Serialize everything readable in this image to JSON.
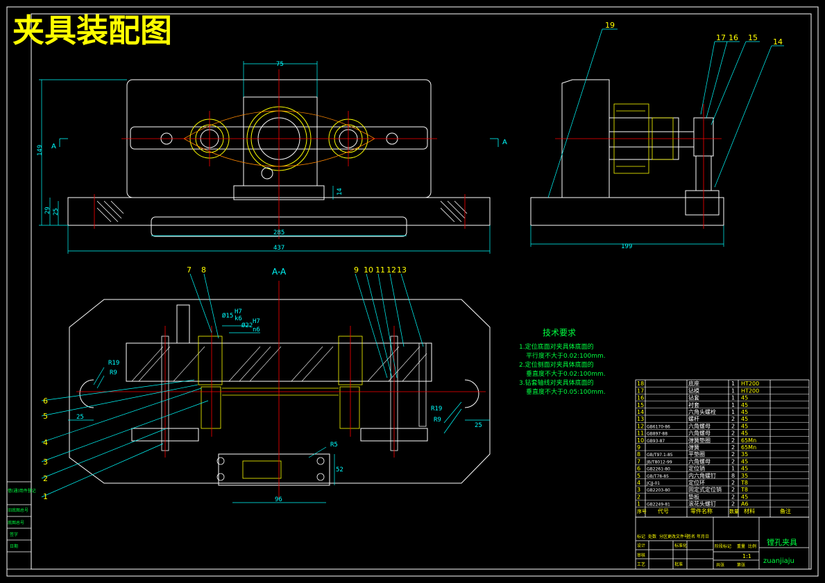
{
  "title": "夹具装配图",
  "views": {
    "front": {
      "dims": {
        "width_top": "75",
        "height": "149",
        "h1": "29",
        "h2": "25",
        "h3": "14",
        "inner": "285",
        "overall": "437"
      },
      "section_mark": "A"
    },
    "side": {
      "dims": {
        "depth": "199"
      },
      "balloons": [
        "19",
        "17",
        "16",
        "15",
        "14"
      ]
    },
    "section": {
      "label": "A-A",
      "callouts_top": [
        "7",
        "8",
        "9",
        "10",
        "11",
        "12",
        "13"
      ],
      "callouts_left": [
        "6",
        "5",
        "4",
        "3",
        "2",
        "1"
      ],
      "fits": [
        "Ø15",
        "H7",
        "k6",
        "Ø22",
        "H7",
        "n6"
      ],
      "dims": {
        "r_left1": "R19",
        "r_left2": "R9",
        "r_right1": "R19",
        "r_right2": "R9",
        "left_25": "25",
        "right_25": "25",
        "r5": "R5",
        "w96": "96",
        "h52": "52"
      }
    }
  },
  "tech_req": {
    "heading": "技术要求",
    "lines": [
      "1.定位底面对夹具体底面的",
      "平行度不大于0.02:100mm.",
      "2.定位侧面对夹具体底面的",
      "垂直度不大于0.02:100mm.",
      "3.钻套轴线对夹具体底面的",
      "垂直度不大于0.05:100mm."
    ]
  },
  "bom": {
    "rows": [
      {
        "no": "18",
        "code": "",
        "name": "底座",
        "qty": "1",
        "mat": "HT200",
        "note": ""
      },
      {
        "no": "17",
        "code": "",
        "name": "钻模",
        "qty": "1",
        "mat": "HT200",
        "note": ""
      },
      {
        "no": "16",
        "code": "",
        "name": "钻套",
        "qty": "1",
        "mat": "45",
        "note": ""
      },
      {
        "no": "15",
        "code": "",
        "name": "衬套",
        "qty": "1",
        "mat": "45",
        "note": ""
      },
      {
        "no": "14",
        "code": "",
        "name": "六角头螺栓",
        "qty": "1",
        "mat": "45",
        "note": ""
      },
      {
        "no": "13",
        "code": "",
        "name": "螺杆",
        "qty": "2",
        "mat": "45",
        "note": ""
      },
      {
        "no": "12",
        "code": "GB6170-86",
        "name": "六角螺母",
        "qty": "2",
        "mat": "45",
        "note": ""
      },
      {
        "no": "11",
        "code": "GB897-88",
        "name": "六角螺母",
        "qty": "2",
        "mat": "45",
        "note": ""
      },
      {
        "no": "10",
        "code": "GB93-87",
        "name": "弹簧垫圈",
        "qty": "2",
        "mat": "65Mn",
        "note": ""
      },
      {
        "no": "9",
        "code": "",
        "name": "弹簧",
        "qty": "2",
        "mat": "65Mn",
        "note": ""
      },
      {
        "no": "8",
        "code": "GB/T97.1-85",
        "name": "平垫圈",
        "qty": "2",
        "mat": "35",
        "note": ""
      },
      {
        "no": "7",
        "code": "JB/T8012-99",
        "name": "六角螺母",
        "qty": "2",
        "mat": "45",
        "note": ""
      },
      {
        "no": "6",
        "code": "GB2261-80",
        "name": "定位销",
        "qty": "1",
        "mat": "45",
        "note": ""
      },
      {
        "no": "5",
        "code": "GB/T78-85",
        "name": "内六角螺钉",
        "qty": "8",
        "mat": "35",
        "note": ""
      },
      {
        "no": "4",
        "code": "JCJJ-01",
        "name": "定位环",
        "qty": "2",
        "mat": "T8",
        "note": ""
      },
      {
        "no": "3",
        "code": "GB2203-80",
        "name": "固定式定位销",
        "qty": "2",
        "mat": "T8",
        "note": ""
      },
      {
        "no": "2",
        "code": "",
        "name": "垫板",
        "qty": "2",
        "mat": "45",
        "note": ""
      },
      {
        "no": "1",
        "code": "GB2249-81",
        "name": "滚花头螺钉",
        "qty": "2",
        "mat": "A6",
        "note": ""
      }
    ],
    "header": [
      "序号",
      "代号",
      "零件名称",
      "数量",
      "材料",
      "备注"
    ]
  },
  "title_block": {
    "drawing_name": "镗孔夹具",
    "site": "zuanjiaju",
    "scale": "1:1",
    "labels": [
      "标记",
      "处数",
      "分区",
      "更改文件号",
      "签名",
      "年月日",
      "设计",
      "标准化",
      "阶段标记",
      "重量",
      "比例",
      "审核",
      "工艺",
      "批准",
      "共张",
      "第张"
    ]
  },
  "side_strip": [
    "借(通)用件登记",
    "旧底图总号",
    "底图总号",
    "签字",
    "日期"
  ]
}
